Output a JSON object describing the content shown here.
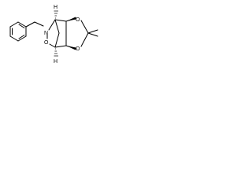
{
  "molecule": {
    "atoms": {
      "nitrogen": "N",
      "o_bridge": "O",
      "o_upper": "O",
      "o_lower": "O",
      "h_upper": "H",
      "h_lower": "H"
    },
    "colors": {
      "ink": "#000000",
      "background": "#ffffff"
    }
  }
}
